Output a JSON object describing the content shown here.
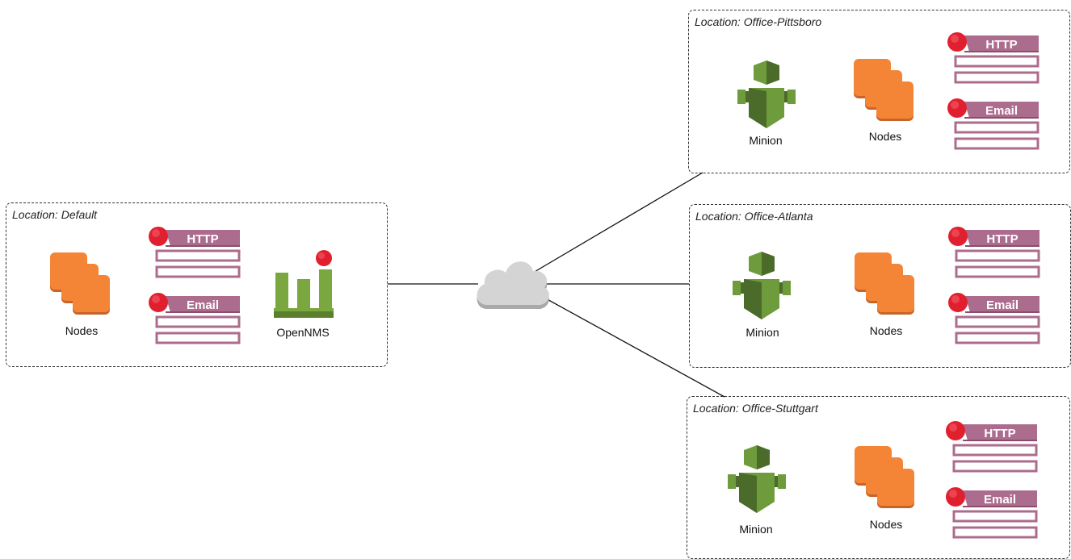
{
  "locations": {
    "default": {
      "title": "Location: Default",
      "nodes_label": "Nodes",
      "opennms_label": "OpenNMS",
      "services": [
        "HTTP",
        "Email"
      ]
    },
    "pittsboro": {
      "title": "Location: Office-Pittsboro",
      "minion_label": "Minion",
      "nodes_label": "Nodes",
      "services": [
        "HTTP",
        "Email"
      ]
    },
    "atlanta": {
      "title": "Location: Office-Atlanta",
      "minion_label": "Minion",
      "nodes_label": "Nodes",
      "services": [
        "HTTP",
        "Email"
      ]
    },
    "stuttgart": {
      "title": "Location: Office-Stuttgart",
      "minion_label": "Minion",
      "nodes_label": "Nodes",
      "services": [
        "HTTP",
        "Email"
      ]
    }
  },
  "colors": {
    "node_orange": "#f58536",
    "node_orange_dark": "#c8642b",
    "minion_green": "#6e9b3c",
    "minion_green_dark": "#4b6b2a",
    "opennms_green": "#7aa73f",
    "service_purple": "#ac6c8e",
    "service_purple_dark": "#8a4d6d",
    "alarm_red": "#e0202f",
    "cloud_grey": "#cfcfcf"
  },
  "icons": [
    "cloud-icon",
    "nodes-icon",
    "minion-icon",
    "opennms-icon",
    "service-icon",
    "alarm-icon"
  ]
}
